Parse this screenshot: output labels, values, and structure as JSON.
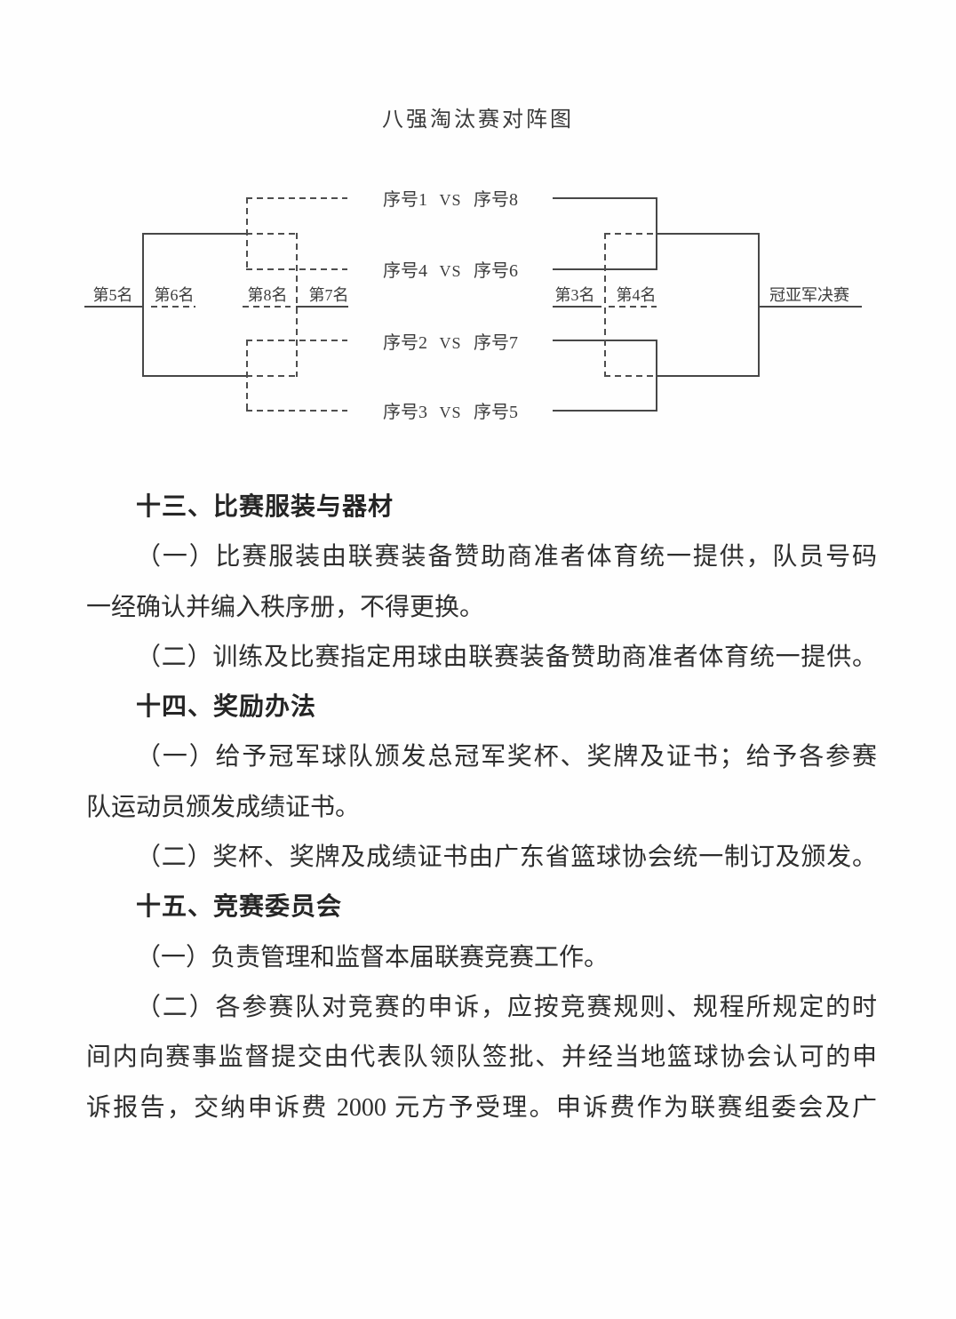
{
  "title": "八强淘汰赛对阵图",
  "bracket": {
    "place_labels": [
      "第5名",
      "第6名",
      "第8名",
      "第7名",
      "第3名",
      "第4名"
    ],
    "final_label": "冠亚军决赛",
    "matches": [
      {
        "home": "序号1",
        "vs": "VS",
        "away": "序号8"
      },
      {
        "home": "序号4",
        "vs": "VS",
        "away": "序号6"
      },
      {
        "home": "序号2",
        "vs": "VS",
        "away": "序号7"
      },
      {
        "home": "序号3",
        "vs": "VS",
        "away": "序号5"
      }
    ]
  },
  "document": {
    "lines": [
      {
        "text": "十三、比赛服装与器材"
      },
      {
        "text": "（一）比赛服装由联赛装备赞助商准者体育统一提供，队员号码"
      },
      {
        "text": "一经确认并编入秩序册，不得更换。"
      },
      {
        "text": "（二）训练及比赛指定用球由联赛装备赞助商准者体育统一提供。"
      },
      {
        "text": "十四、奖励办法"
      },
      {
        "text": "（一）给予冠军球队颁发总冠军奖杯、奖牌及证书；给予各参赛"
      },
      {
        "text": "队运动员颁发成绩证书。"
      },
      {
        "text": "（二）奖杯、奖牌及成绩证书由广东省篮球协会统一制订及颁发。"
      },
      {
        "text": "十五、竞赛委员会"
      },
      {
        "text": "（一）负责管理和监督本届联赛竞赛工作。"
      },
      {
        "text": "（二）各参赛队对竞赛的申诉，应按竞赛规则、规程所规定的时"
      },
      {
        "text": "间内向赛事监督提交由代表队领队签批、并经当地篮球协会认可的申"
      },
      {
        "text": "诉报告，交纳申诉费 2000 元方予受理。申诉费作为联赛组委会及广"
      }
    ]
  }
}
